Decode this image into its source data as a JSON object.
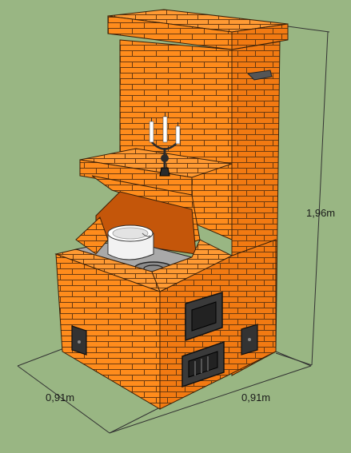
{
  "dimensions": {
    "height": "1,96m",
    "depth": "0,91m",
    "width": "0,91m"
  },
  "colors": {
    "background": "#99b683",
    "brick_light": "#ff8c1c",
    "brick_mid": "#f27a12",
    "brick_dark": "#d8640a",
    "mortar": "#6a3a10",
    "iron": "#333333",
    "cooktop": "#a9a9a9",
    "pot": "#f2f2f2"
  },
  "objects": [
    "brick-stove",
    "cooking-pot",
    "candelabra",
    "cast-iron-doors"
  ]
}
